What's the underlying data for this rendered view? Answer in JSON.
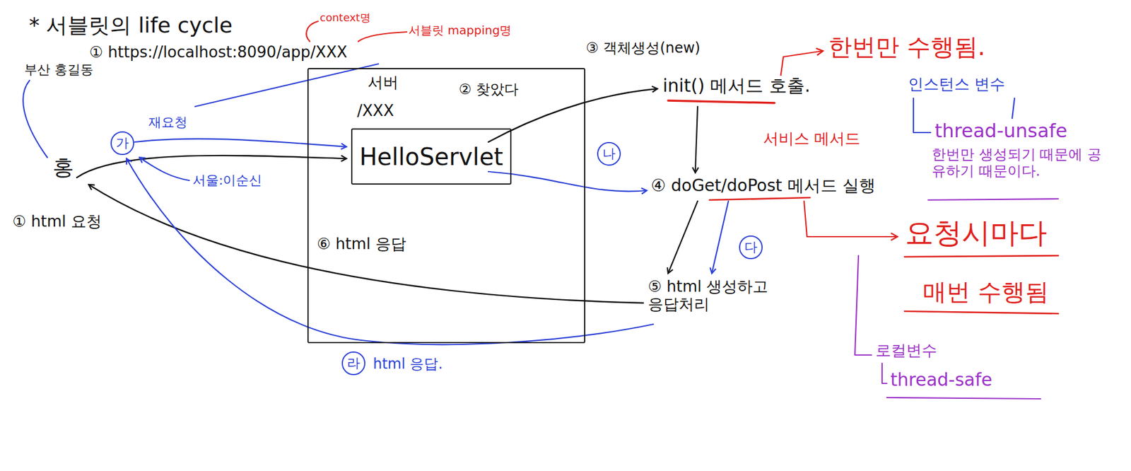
{
  "diagram": {
    "title": "* 서블릿의 life cycle",
    "nodes": [
      {
        "text": [
          "서버",
          "/XXX"
        ]
      },
      {
        "text": [
          "HelloServlet"
        ],
        "in": 0
      },
      {
        "text": [
          "가"
        ]
      },
      {
        "text": [
          "나"
        ]
      },
      {
        "text": [
          "다"
        ]
      },
      {
        "text": [
          "라"
        ]
      }
    ],
    "labels": [
      "부산 홍길동",
      "context명",
      "서블릿 mapping명",
      "① https://localhost:8090/app/XXX",
      "홍",
      "재요청",
      "서울:이순신",
      "① html 요청",
      "② 찾았다",
      "⑥ html 응답",
      "html 응답.",
      "③ 객체생성(new)",
      "init() 메서드 호출.",
      "한번만 수행됨.",
      "인스턴스 변수",
      "thread-unsafe",
      "한번만 생성되기 때문에 공유하기 때문이다.",
      "서비스 메서드",
      "④ doGet/doPost 메서드 실행",
      "요청시마다",
      "매번 수행됨",
      "⑤ html 생성하고 응답처리",
      "로컬변수",
      "thread-safe"
    ]
  }
}
